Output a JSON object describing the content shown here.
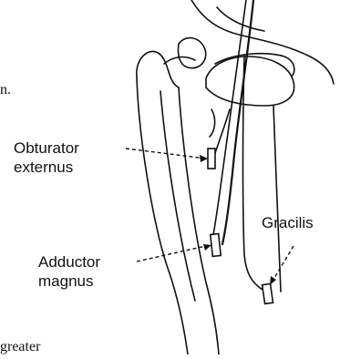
{
  "labels": {
    "obturator": [
      "Obturator",
      "externus"
    ],
    "adductor": [
      "Adductor",
      "magnus"
    ],
    "gracilis": "Gracilis"
  },
  "fragments": {
    "left_text": "n.",
    "bottom_text": "greater"
  }
}
